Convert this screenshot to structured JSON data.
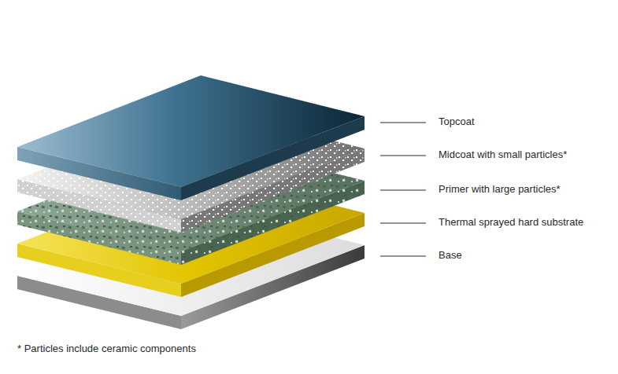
{
  "diagram": {
    "labels": [
      "Topcoat",
      "Midcoat with small particles*",
      "Primer with large particles*",
      "Thermal sprayed hard substrate",
      "Base",
      "* Particles include ceramic components"
    ]
  }
}
